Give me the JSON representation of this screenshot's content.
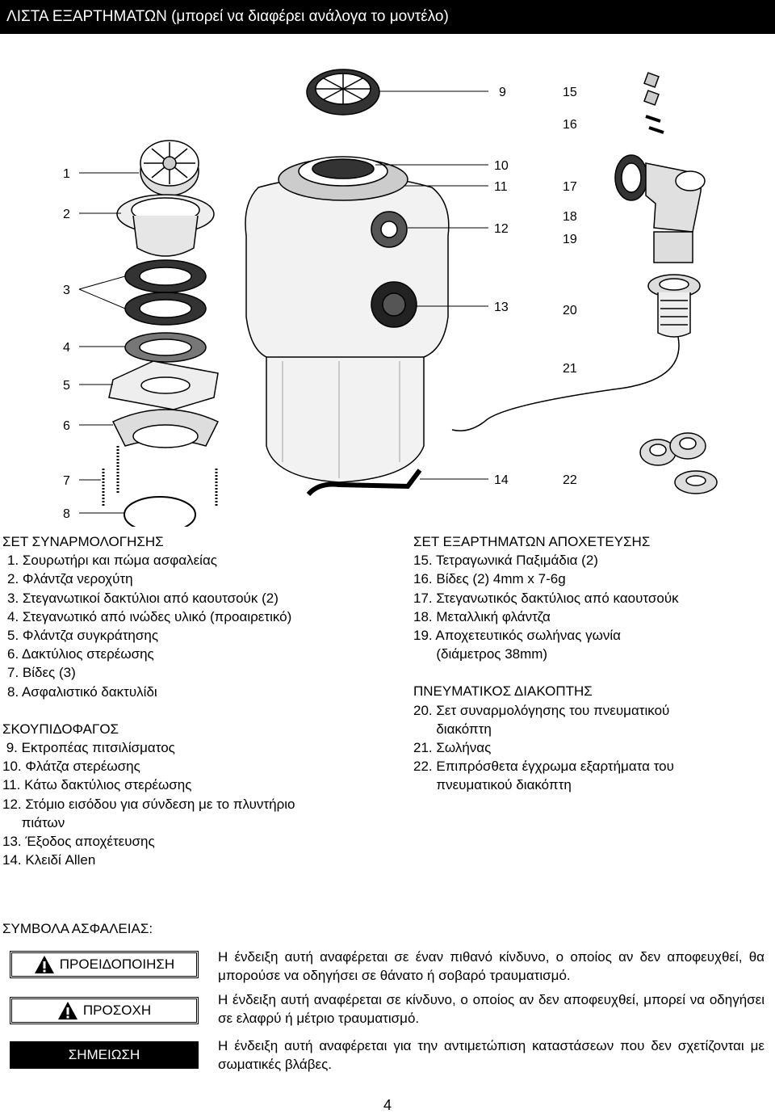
{
  "header": {
    "title": "ΛΙΣΤΑ ΕΞΑΡΤΗΜΑΤΩΝ (μπορεί να διαφέρει ανάλογα το μοντέλο)"
  },
  "diagram": {
    "callouts_left": [
      "1",
      "2",
      "3",
      "4",
      "5",
      "6",
      "7",
      "8"
    ],
    "callouts_mid": [
      "9",
      "10",
      "11",
      "12",
      "13",
      "14"
    ],
    "callouts_right": [
      "15",
      "16",
      "17",
      "18",
      "19",
      "20",
      "21",
      "22"
    ]
  },
  "assembly": {
    "title": "ΣΕΤ ΣΥΝΑΡΜΟΛΟΓΗΣΗΣ",
    "items": [
      "1. Σουρωτήρι και πώμα ασφαλείας",
      "2. Φλάντζα νεροχύτη",
      "3. Στεγανωτικοί δακτύλιοι από καουτσούκ (2)",
      "4. Στεγανωτικό από ινώδες υλικό (προαιρετικό)",
      "5. Φλάντζα συγκράτησης",
      "6. Δακτύλιος στερέωσης",
      "7. Βίδες (3)",
      "8. Ασφαλιστικό δακτυλίδι"
    ]
  },
  "disposer": {
    "title": "ΣΚΟΥΠΙΔΟΦΑΓΟΣ",
    "items": [
      " 9. Εκτροπέας πιτσιλίσματος",
      "10. Φλάτζα στερέωσης",
      "11. Κάτω δακτύλιος στερέωσης",
      "12. Στόμιο εισόδου για σύνδεση με το πλυντήριο",
      "     πιάτων",
      "13. Έξοδος αποχέτευσης",
      "14. Κλειδί Allen"
    ]
  },
  "drain": {
    "title": "ΣΕΤ ΕΞΑΡΤΗΜΑΤΩΝ ΑΠΟΧΕΤΕΥΣΗΣ",
    "items": [
      "15. Τετραγωνικά Παξιμάδια (2)",
      "16. Βίδες (2) 4mm x 7-6g",
      "17. Στεγανωτικός δακτύλιος από καουτσούκ",
      "18. Μεταλλική φλάντζα",
      "19. Αποχετευτικός σωλήνας γωνία",
      "      (διάμετρος 38mm)"
    ]
  },
  "air_switch": {
    "title": "ΠΝΕΥΜΑΤΙΚΟΣ ΔΙΑΚΟΠΤΗΣ",
    "items": [
      "20. Σετ συναρμολόγησης του πνευματικού",
      "      διακόπτη",
      "21. Σωλήνας",
      "22. Επιπρόσθετα έγχρωμα εξαρτήματα του",
      "      πνευματικού διακόπτη"
    ]
  },
  "safety": {
    "title": "ΣΥΜΒΟΛΑ ΑΣΦΑΛΕΙΑΣ:",
    "warning_label": "ΠΡΟΕΙΔΟΠΟΙΗΣΗ",
    "warning_text": "Η ένδειξη αυτή αναφέρεται σε έναν πιθανό κίνδυνο, ο οποίος αν δεν αποφευχθεί, θα μπορούσε να οδηγήσει σε θάνατο ή σοβαρό τραυματισμό.",
    "caution_label": "ΠΡΟΣΟΧΗ",
    "caution_text": "Η ένδειξη αυτή αναφέρεται σε κίνδυνο, ο οποίος αν δεν αποφευχθεί, μπορεί να οδηγήσει σε ελαφρύ ή μέτριο τραυματισμό.",
    "note_label": "ΣΗΜΕΙΩΣΗ",
    "note_text": "Η ένδειξη αυτή αναφέρεται για την αντιμετώπιση καταστάσεων που δεν σχετίζονται με σωματικές βλάβες."
  },
  "page": {
    "number": "4"
  }
}
